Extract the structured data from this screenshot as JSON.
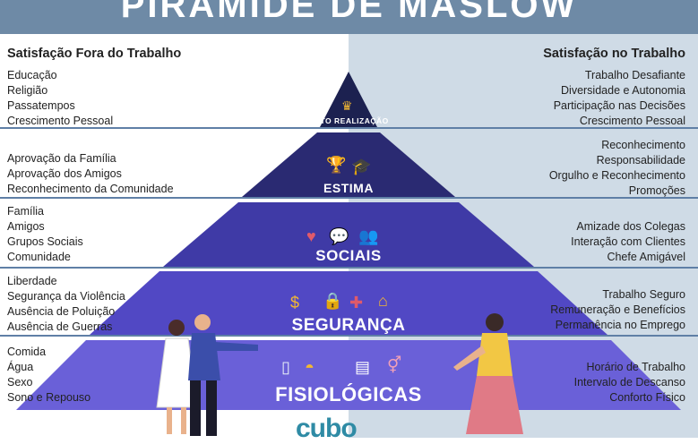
{
  "title": "PIRÂMIDE DE MASLOW",
  "left_column": {
    "heading": "Satisfação Fora do Trabalho",
    "groups": [
      [
        "Educação",
        "Religião",
        "Passatempos",
        "Crescimento Pessoal"
      ],
      [
        "Aprovação da Família",
        "Aprovação dos Amigos",
        "Reconhecimento da Comunidade"
      ],
      [
        "Família",
        "Amigos",
        "Grupos Sociais",
        "Comunidade"
      ],
      [
        "Liberdade",
        "Segurança da Violência",
        "Ausência de Poluição",
        "Ausência de Guerras"
      ],
      [
        "Comida",
        "Água",
        "Sexo",
        "Sono e Repouso"
      ]
    ]
  },
  "right_column": {
    "heading": "Satisfação no Trabalho",
    "groups": [
      [
        "Trabalho Desafiante",
        "Diversidade e Autonomia",
        "Participação nas Decisões",
        "Crescimento Pessoal"
      ],
      [
        "Reconhecimento",
        "Responsabilidade",
        "Orgulho e Reconhecimento",
        "Promoções"
      ],
      [
        "Amizade dos Colegas",
        "Interação com Clientes",
        "Chefe Amigável"
      ],
      [
        "Trabalho Seguro",
        "Remuneração e Benefícios",
        "Permanência no Emprego"
      ],
      [
        "Horário de Trabalho",
        "Intervalo de Descanso",
        "Conforto Físico"
      ]
    ]
  },
  "levels": [
    {
      "label": "AUTO REALIZAÇÃO",
      "color": "#1c2150",
      "icons": [
        "crown-icon"
      ]
    },
    {
      "label": "ESTIMA",
      "color": "#2a2a72",
      "icons": [
        "trophy-icon",
        "graduation-cap-icon"
      ]
    },
    {
      "label": "SOCIAIS",
      "color": "#3f3aa6",
      "icons": [
        "hearts-icon",
        "chat-bubbles-icon",
        "people-icon"
      ]
    },
    {
      "label": "SEGURANÇA",
      "color": "#5148c4",
      "icons": [
        "coin-icon",
        "padlock-icon",
        "first-aid-icon",
        "house-icon"
      ]
    },
    {
      "label": "FISIOLÓGICAS",
      "color": "#6a60d8",
      "icons": [
        "water-glass-icon",
        "taco-icon",
        "bed-icon",
        "gender-icon"
      ]
    }
  ],
  "colors": {
    "divider": "#5f7fa6",
    "title_bar": "#6e8aa6",
    "right_background": "#cfdbe6",
    "logo": "#2f8ba5"
  },
  "logo_text": "cubo"
}
